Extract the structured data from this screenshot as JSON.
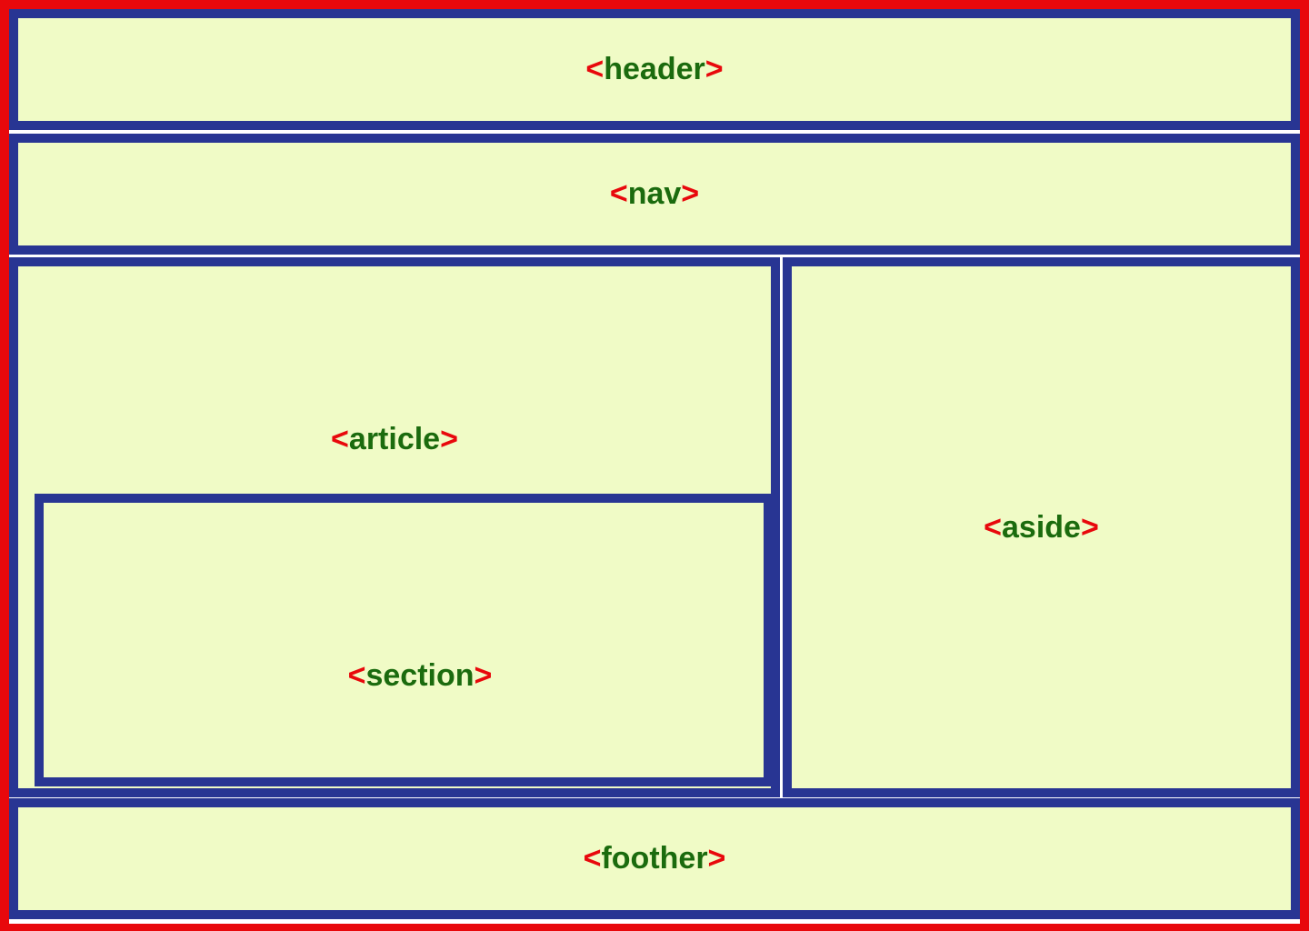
{
  "colors": {
    "outer_border": "#e8080c",
    "box_border": "#283593",
    "box_fill": "#f0fbc6",
    "bracket": "#e8080c",
    "tag_name": "#1b6b0e"
  },
  "blocks": {
    "header": {
      "open": "<",
      "name": "header",
      "close": ">"
    },
    "nav": {
      "open": "<",
      "name": "nav",
      "close": ">"
    },
    "article": {
      "open": "<",
      "name": "article",
      "close": ">"
    },
    "section": {
      "open": "<",
      "name": "section",
      "close": ">"
    },
    "aside": {
      "open": "<",
      "name": "aside",
      "close": ">"
    },
    "footer": {
      "open": "<",
      "name": "foother",
      "close": ">"
    }
  }
}
